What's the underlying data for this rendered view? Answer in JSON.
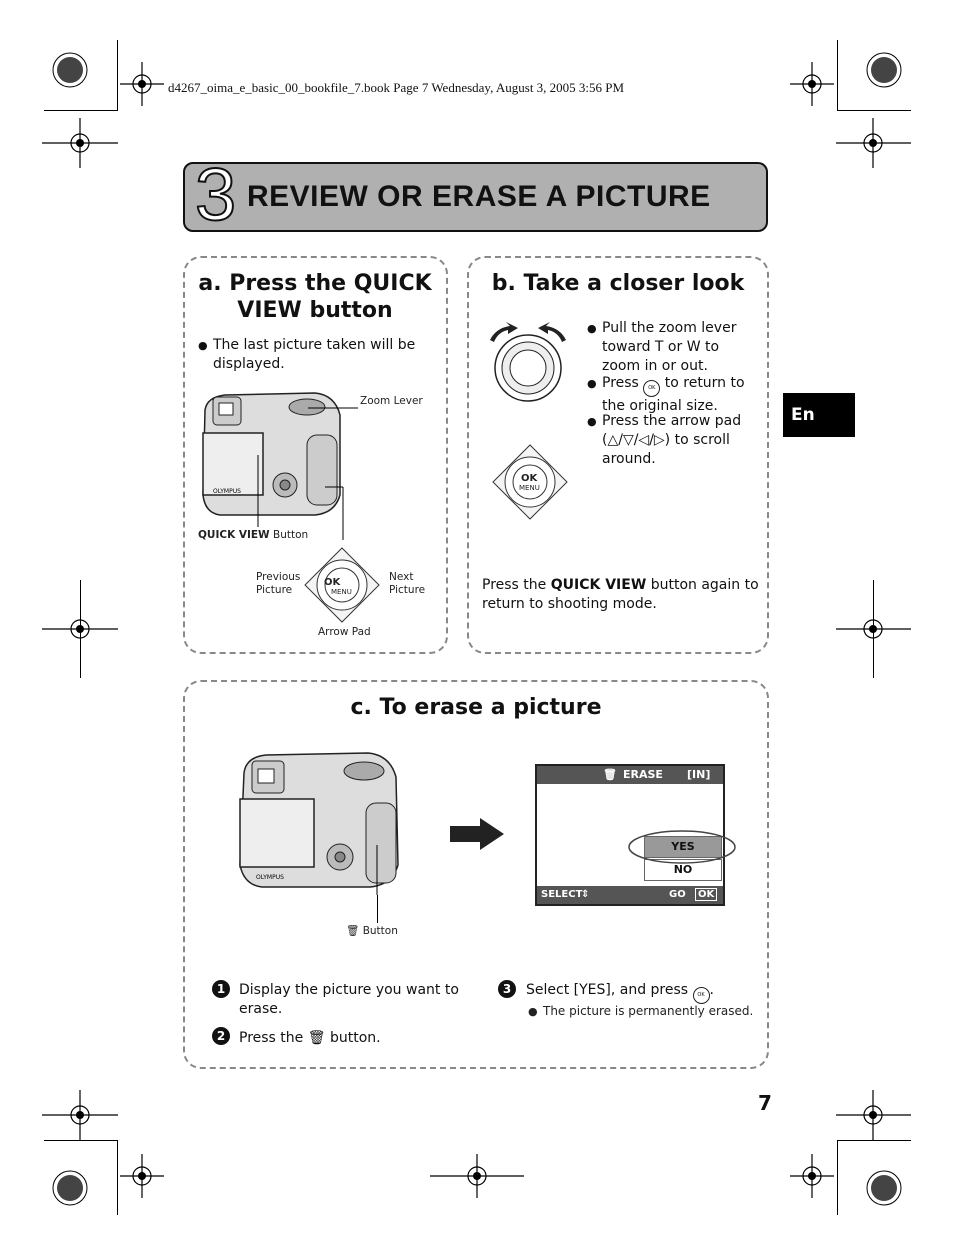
{
  "header_line": "d4267_oima_e_basic_00_bookfile_7.book  Page 7  Wednesday, August 3, 2005  3:56 PM",
  "chapter": {
    "number": "3",
    "title": "REVIEW OR ERASE A PICTURE"
  },
  "lang_tab": "En",
  "page_number": "7",
  "section_a": {
    "title_line1": "a. Press the QUICK",
    "title_line2": "VIEW button",
    "bullet": "The last picture taken will be displayed.",
    "labels": {
      "zoom_lever": "Zoom Lever",
      "quick_view_bold": "QUICK VIEW",
      "quick_view_rest": " Button",
      "previous": "Previous\nPicture",
      "next": "Next\nPicture",
      "arrow_pad": "Arrow Pad",
      "ok": "OK",
      "menu": "MENU"
    }
  },
  "section_b": {
    "title": "b. Take a closer look",
    "bullet1": "Pull the zoom lever toward T or W to zoom in or out.",
    "bullet2_pre": "Press ",
    "bullet2_post": " to return to the original size.",
    "bullet3": "Press the arrow pad (△/▽/◁/▷) to scroll around.",
    "footer_pre": "Press the ",
    "footer_bold": "QUICK VIEW",
    "footer_post": " button again to return to shooting mode."
  },
  "section_c": {
    "title": "c. To erase a picture",
    "button_label": "Button",
    "lcd": {
      "title": "ERASE",
      "memory": "[IN]",
      "yes": "YES",
      "no": "NO",
      "select": "SELECT",
      "go": "GO",
      "ok": "OK"
    },
    "step1_num": "1",
    "step1": "Display the picture you want to erase.",
    "step2_num": "2",
    "step2_pre": "Press the ",
    "step2_post": " button.",
    "step3_num": "3",
    "step3_pre": "Select [YES], and press ",
    "step3_post": ".",
    "step3_note": "The picture is permanently erased."
  }
}
